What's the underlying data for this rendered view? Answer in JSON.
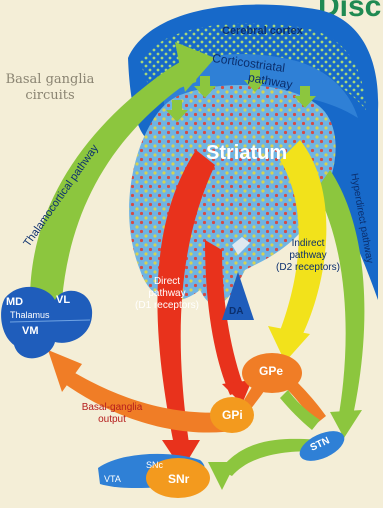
{
  "header_fragment": "Disc",
  "side_label": {
    "line1": "Basal  ganglia",
    "line2": "circuits"
  },
  "labels": {
    "cerebral_cortex": "Cerebral cortex",
    "corticostriatal_1": "Corticostriatal",
    "corticostriatal_2": "pathway",
    "striatum": "Striatum",
    "thalamocortical": "Thalamocortical pathway",
    "hyperdirect": "Hyperdirect pathway",
    "indirect_1": "Indirect",
    "indirect_2": "pathway",
    "indirect_3": "(D2 receptors)",
    "direct_1": "Direct",
    "direct_2": "pathway",
    "direct_3": "(D1 receptors)",
    "da": "DA",
    "md": "MD",
    "vl": "VL",
    "thalamus": "Thalamus",
    "vm": "VM",
    "output_1": "Basal-ganglia",
    "output_2": "output",
    "gpe": "GPe",
    "gpi": "GPi",
    "stn": "STN",
    "snc": "SNc",
    "vta": "VTA",
    "snr": "SNr"
  },
  "colors": {
    "cortex": "#1769c9",
    "cortex_dark": "#0d3f96",
    "striatum": "#6fb4e3",
    "direct": "#e8321c",
    "indirect": "#f2e21b",
    "hyperdirect": "#8cc63e",
    "output": "#f07d26",
    "thalamocortical": "#8cc63e"
  }
}
